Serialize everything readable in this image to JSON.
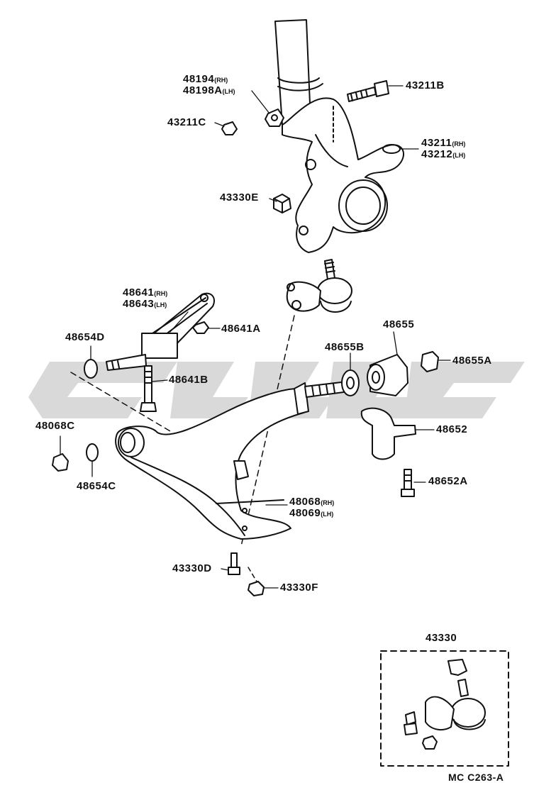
{
  "colors": {
    "ink": "#111111",
    "watermark": "#d9d9d9",
    "background": "#ffffff"
  },
  "labels": {
    "p48194": "48194",
    "rh1": "(RH)",
    "p48198a": "48198A",
    "lh1": "(LH)",
    "p43211c": "43211C",
    "p43211b": "43211B",
    "p43211": "43211",
    "rh2": "(RH)",
    "p43212": "43212",
    "lh2": "(LH)",
    "p43330e": "43330E",
    "p48641": "48641",
    "rh3": "(RH)",
    "p48643": "48643",
    "lh3": "(LH)",
    "p48641a": "48641A",
    "p48654d": "48654D",
    "p48655": "48655",
    "p48655b": "48655B",
    "p48655a": "48655A",
    "p48641b": "48641B",
    "p48068c": "48068C",
    "p48652": "48652",
    "p48654c": "48654C",
    "p48652a": "48652A",
    "p48068": "48068",
    "rh4": "(RH)",
    "p48069": "48069",
    "lh4": "(LH)",
    "p43330d": "43330D",
    "p43330f": "43330F",
    "p43330": "43330",
    "code": "MC C263-A"
  }
}
